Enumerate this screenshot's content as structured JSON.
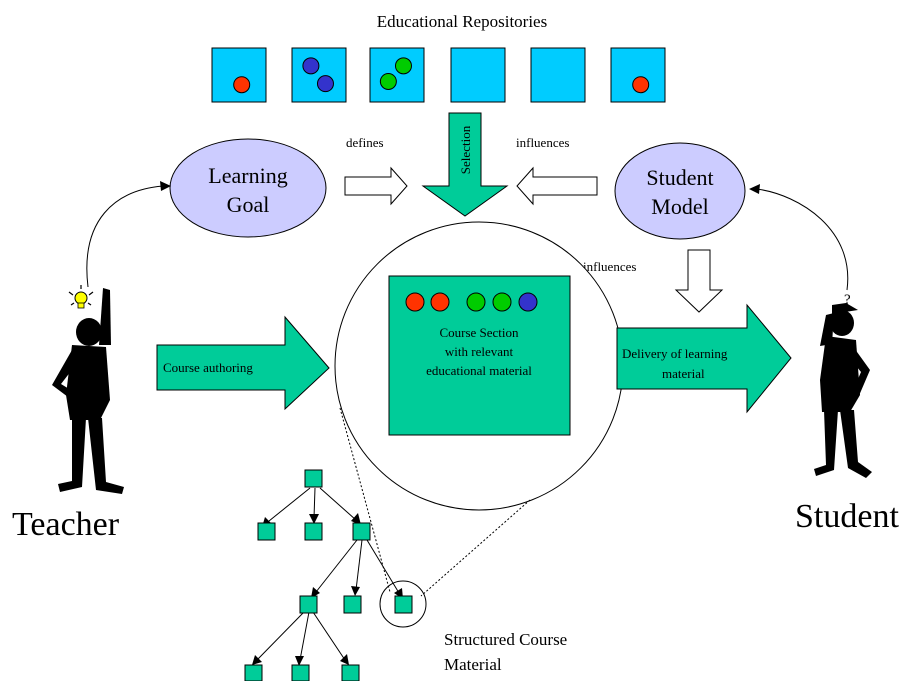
{
  "title": "Educational Repositories",
  "colors": {
    "teal": "#00cc99",
    "sky": "#00ccff",
    "lavender": "#ccccff",
    "red": "#ff3300",
    "green": "#00cc00",
    "blue": "#3333cc",
    "bulb": "#ffff00"
  },
  "repositories": [
    {
      "dots": [
        "red"
      ]
    },
    {
      "dots": [
        "blue",
        "blue"
      ]
    },
    {
      "dots": [
        "green",
        "green"
      ]
    },
    {
      "dots": []
    },
    {
      "dots": []
    },
    {
      "dots": [
        "red"
      ]
    }
  ],
  "learning_goal": {
    "line1": "Learning",
    "line2": "Goal"
  },
  "student_model": {
    "line1": "Student",
    "line2": "Model"
  },
  "labels": {
    "defines": "defines",
    "influences_top": "influences",
    "selection": "Selection",
    "influences_side": "influences",
    "course_authoring": "Course authoring",
    "delivery_line1": "Delivery of learning",
    "delivery_line2": "material",
    "structured_line1": "Structured Course",
    "structured_line2": "Material"
  },
  "course_section": {
    "line1": "Course Section",
    "line2": "with relevant",
    "line3": "educational material",
    "dots": [
      "red",
      "red",
      "green",
      "green",
      "blue"
    ]
  },
  "actors": {
    "teacher": "Teacher",
    "student": "Student"
  },
  "icons": {
    "teacher": "teacher-figure-with-lightbulb-icon",
    "student": "student-figure-with-question-mark-icon"
  }
}
